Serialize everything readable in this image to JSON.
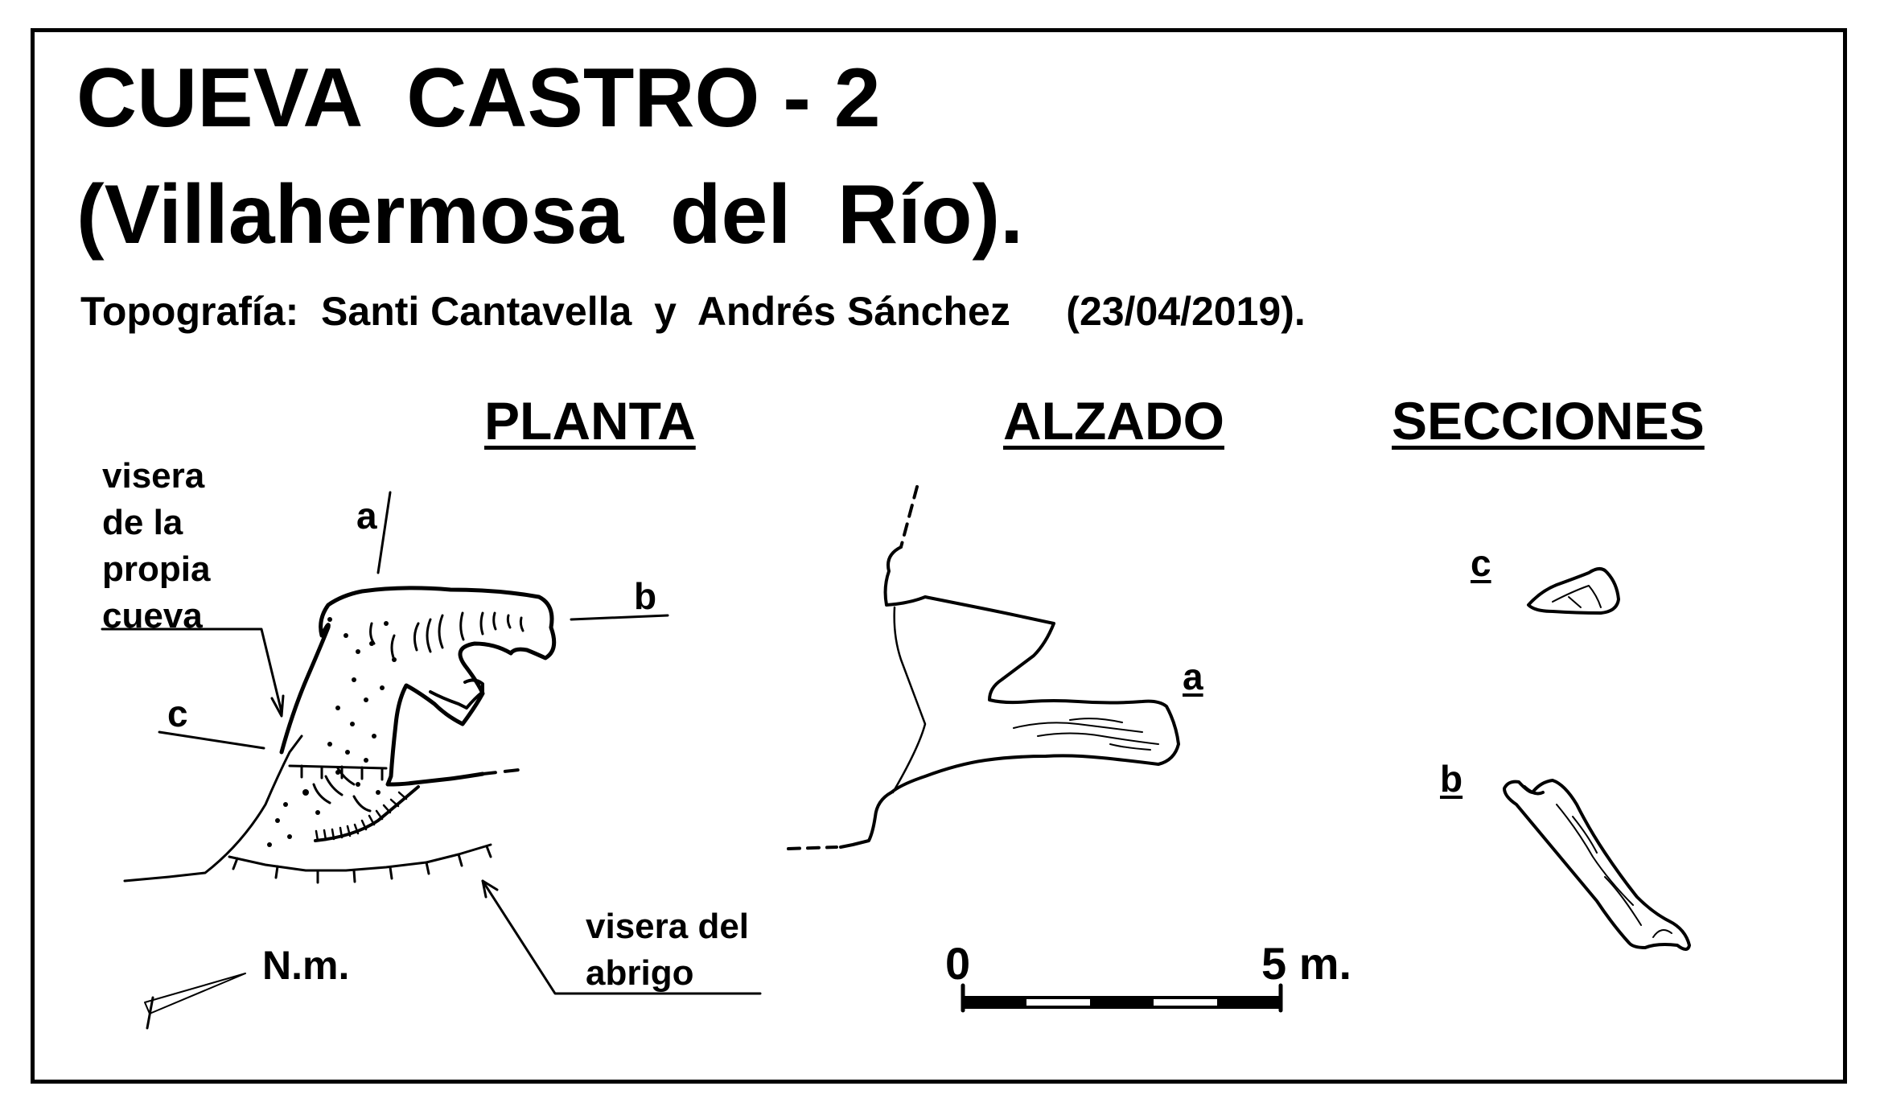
{
  "title": {
    "line1": "CUEVA  CASTRO - 2",
    "line2": "(Villahermosa  del  Río)."
  },
  "credits": "Topografía:  Santi Cantavella  y  Andrés Sánchez     (23/04/2019).",
  "views": {
    "planta": "PLANTA",
    "alzado": "ALZADO",
    "secciones": "SECCIONES"
  },
  "labels": {
    "visera_cueva": "visera\nde la\npropia\ncueva",
    "visera_abrigo": "visera del\nabrigo",
    "north": "N.m."
  },
  "section_markers": {
    "planta_a": "a",
    "planta_b": "b",
    "planta_c": "c",
    "alzado_a": "a",
    "secciones_c": "c",
    "secciones_b": "b"
  },
  "scale_bar": {
    "start": "0",
    "end": "5 m.",
    "segments": 5
  }
}
